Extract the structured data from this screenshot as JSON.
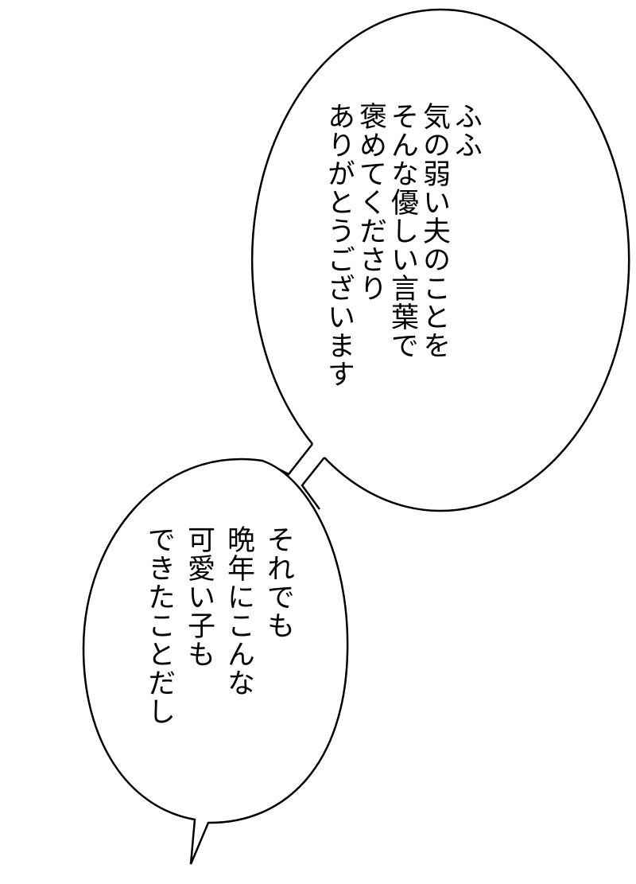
{
  "bubbles": [
    {
      "lines": [
        "ふふ",
        "気の弱い夫のことを",
        "そんな優しい言葉で",
        "褒めてくださり",
        "ありがとうございます"
      ]
    },
    {
      "lines": [
        "それでも",
        "晩年にこんな",
        "可愛い子も",
        "できたことだし"
      ]
    }
  ],
  "colors": {
    "background": "#ffffff",
    "stroke": "#000000"
  }
}
